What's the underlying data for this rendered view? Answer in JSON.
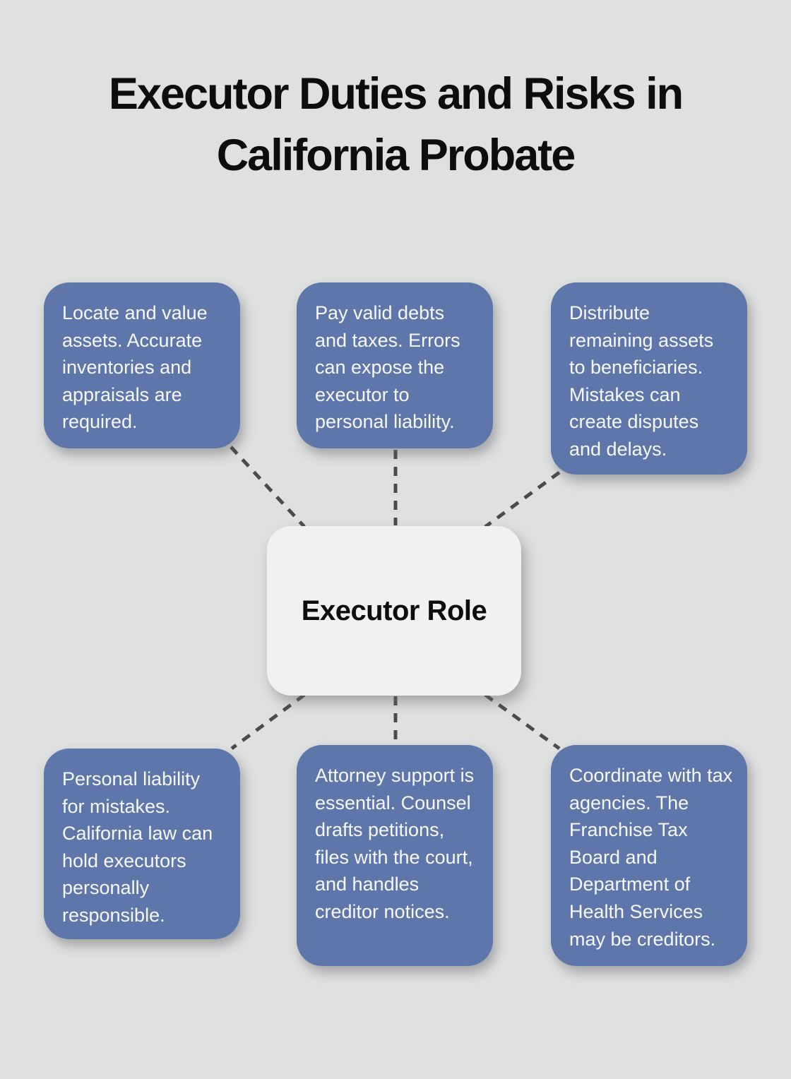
{
  "title": "Executor Duties and Risks in California Probate",
  "center": {
    "label": "Executor Role"
  },
  "nodes": [
    {
      "id": "locate-assets",
      "text": "Locate and value assets. Accurate inventories and appraisals are required."
    },
    {
      "id": "pay-debts-taxes",
      "text": "Pay valid debts and taxes. Errors can expose the executor to personal liability."
    },
    {
      "id": "distribute-assets",
      "text": "Distribute remaining assets to beneficiaries. Mistakes can create disputes and delays."
    },
    {
      "id": "personal-liability",
      "text": "Personal liability for mistakes. California law can hold executors personally responsible."
    },
    {
      "id": "attorney-support",
      "text": "Attorney support is essential. Counsel drafts petitions, files with the court, and handles creditor notices."
    },
    {
      "id": "tax-agencies",
      "text": "Coordinate with tax agencies. The Franchise Tax Board and Department of Health Services may be creditors."
    }
  ],
  "colors": {
    "bg": "#dfe0e0",
    "node-blue": "#5e76a9",
    "node-text": "#f7f8fa",
    "center-fill": "#f0f1f3",
    "ink": "#0d0d0d",
    "dash": "#4b4b4b"
  }
}
